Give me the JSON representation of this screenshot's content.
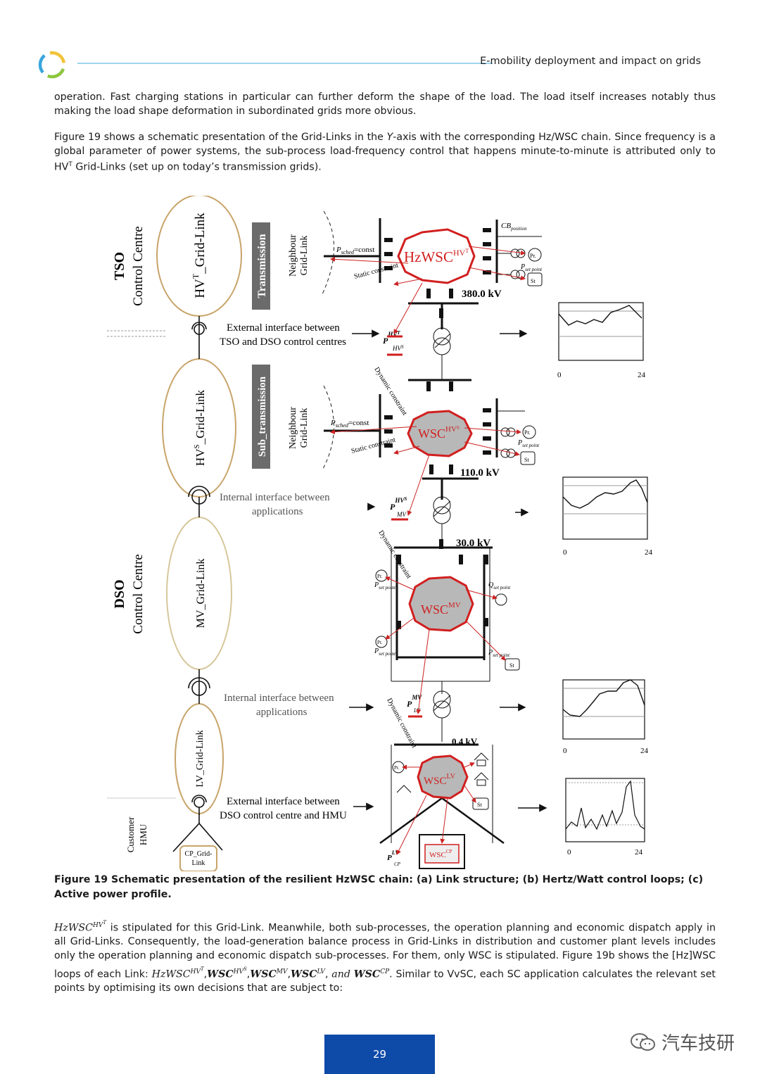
{
  "header": {
    "title": "E-mobility deployment and impact on grids"
  },
  "paragraphs": {
    "p1": "operation. Fast charging stations in particular can further deform the shape of the load. The load itself increases notably thus making the load shape deformation in subordinated grids more obvious.",
    "p2_a": "Figure 19 shows a schematic presentation of the Grid-Links in the ",
    "p2_axis": "Y",
    "p2_b": "-axis with the corresponding Hz/WSC chain. Since frequency is a global parameter of power systems, the sub-process load-frequency control that happens minute-to-minute is attributed only to HV",
    "p2_sup": "T",
    "p2_c": " Grid-Links (set up on today’s transmission grids).",
    "p3_a": " is stipulated for this Grid-Link. Meanwhile, both sub-processes, the operation planning and economic dispatch apply in all Grid-Links.  Consequently, the load-generation balance process in Grid-Links in distribution and customer plant levels includes only the operation planning and economic dispatch sub-processes. For them, only WSC is stipulated. Figure 19b shows the [Hz]WSC loops of each Link: ",
    "p3_b": ". Similar to VvSC, each SC application calculates the relevant set points by optimising its own decisions that are subject to:",
    "math_hzwsc": "HzWSC",
    "math_hvt": "HV",
    "math_t": "T",
    "math_wsc": "WSC",
    "math_hvs": "HV",
    "math_s": "S",
    "math_mv": "MV",
    "math_lv": "LV",
    "math_and": "and",
    "math_cp": "CP"
  },
  "figure": {
    "left_labels": {
      "tso": "TSO",
      "tso_sub": "Control Centre",
      "dso": "DSO",
      "dso_sub": "Control Centre",
      "customer": "Customer",
      "hmu": "HMU"
    },
    "links": {
      "hvt": "HV",
      "hvt_sup": "T",
      "hvt_rest": "_Grid-Link",
      "hvs": "HV",
      "hvs_sup": "S",
      "hvs_rest": "_Grid-Link",
      "mv": "MV_Grid-Link",
      "lv": "LV_Grid-Link",
      "cp1": "CP_Grid-",
      "cp2": "Link"
    },
    "bands": {
      "transmission": "Transmission",
      "sub_transmission": "Sub_transmission"
    },
    "neighbour1": "Neighbour",
    "neighbour2": "Grid-Link",
    "interfaces": {
      "ext1_a": "External interface between",
      "ext1_b": "TSO and DSO control centres",
      "int1_a": "Internal interface between",
      "int1_b": "applications",
      "int2_a": "Internal interface between",
      "int2_b": "applications",
      "ext2_a": "External interface between",
      "ext2_b": "DSO control centre and HMU"
    },
    "voltages": {
      "v380": "380.0 kV",
      "v110": "110.0 kV",
      "v30": "30.0 kV",
      "v04": "0.4 kV"
    },
    "wsc": {
      "hz": "HzWSC",
      "hvt_sup": "HV",
      "hvt_sup2": "T",
      "w": "WSC",
      "hvs_sup": "HV",
      "hvs_sup2": "S",
      "mv_sup": "MV",
      "lv_sup": "LV",
      "cp_sup": "CP"
    },
    "misc": {
      "psched": "P",
      "psched_sub": "sched",
      "const": "=const",
      "static": "Static constraint",
      "dynamic": "Dynamic constraint",
      "cb": "CB",
      "cb_sub": "position",
      "pr": "Pr.",
      "st": "St",
      "pset": "P",
      "pset_sub": "set point",
      "qset": "Q",
      "qset_sub": "set point",
      "p_hvt": "P",
      "p_hvt_sup": "HV",
      "p_hvt_sup2": "T",
      "p_hvt_sub": "HV",
      "p_hvt_sub2": "S",
      "p_mv_sup": "HV",
      "p_mv_sup2": "S",
      "p_mv_sub": "MV",
      "p_lv_sup": "MV",
      "p_lv_sub": "LV",
      "p_cp_sup": "LV",
      "p_cp_sub": "CP"
    },
    "profiles": {
      "x0": "0",
      "x24": "24"
    }
  },
  "caption": "Figure 19 Schematic presentation of the resilient HzWSC chain: (a) Link structure; (b) Hertz/Watt control loops; (c) Active power profile.",
  "footer": {
    "page_number": "29",
    "watermark": "汽车技研"
  },
  "colors": {
    "accent_blue": "#0e4aa8",
    "rule_blue": "#9fd3ee",
    "ellipse_brown": "#c8a46a",
    "wsc_red": "#d11f1f",
    "wsc_fill": "#b8b8b8"
  }
}
